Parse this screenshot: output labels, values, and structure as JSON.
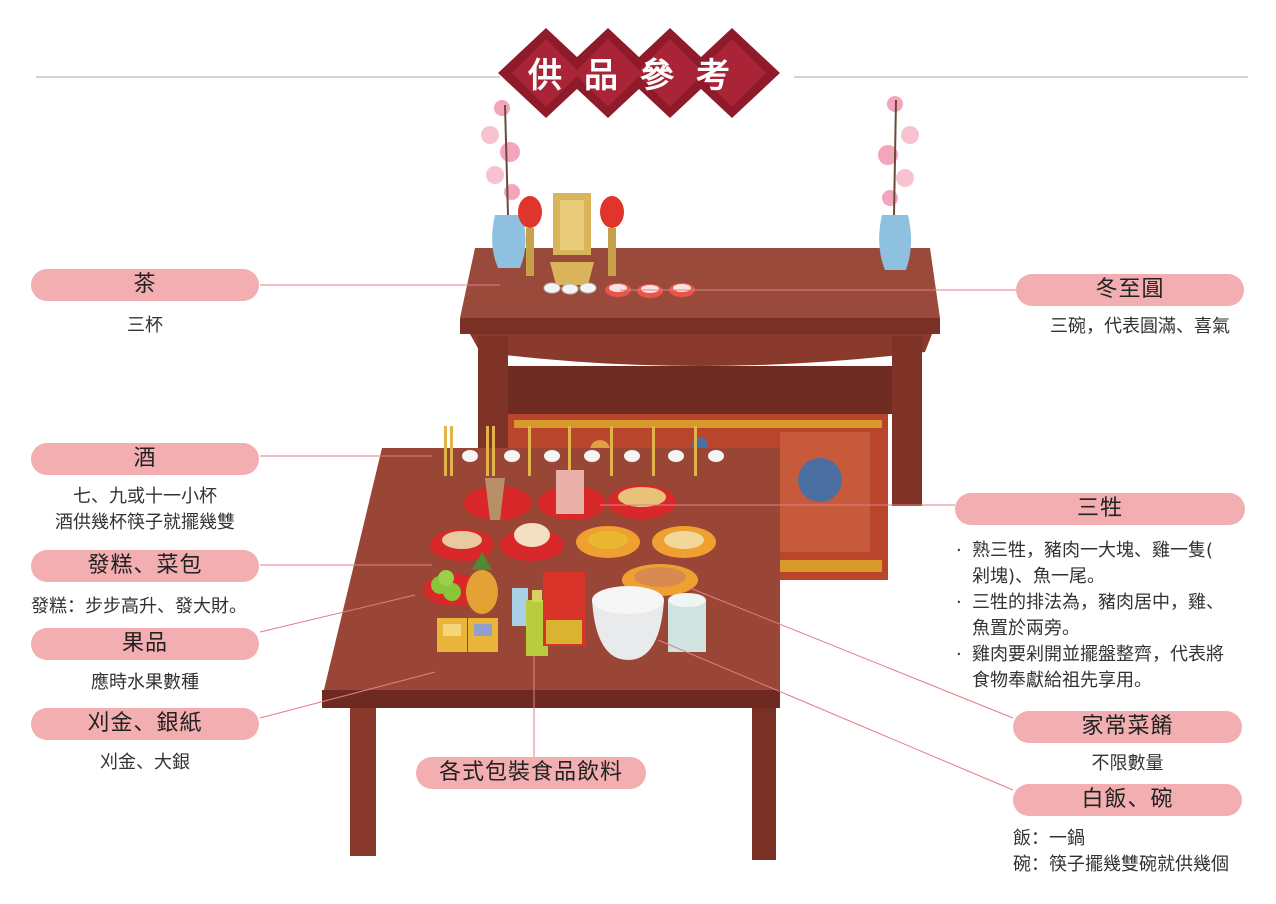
{
  "title": "供品參考",
  "colors": {
    "pill": "#f2aeb0",
    "banner": "#8e1a2a",
    "banner_inner": "#a82436",
    "table": "#8a3a2c",
    "table_top": "#9a4636",
    "leader": "#e07f85"
  },
  "items": [
    {
      "id": "tea",
      "label": "茶",
      "desc": [
        "三杯"
      ]
    },
    {
      "id": "wine",
      "label": "酒",
      "desc": [
        "七、九或十一小杯",
        "酒供幾杯筷子就擺幾雙"
      ]
    },
    {
      "id": "cake",
      "label": "發糕、菜包",
      "desc": [
        "發糕：步步高升、發大財。"
      ]
    },
    {
      "id": "fruit",
      "label": "果品",
      "desc": [
        "應時水果數種"
      ]
    },
    {
      "id": "paper",
      "label": "刈金、銀紙",
      "desc": [
        "刈金、大銀"
      ]
    },
    {
      "id": "packaged",
      "label": "各式包裝食品飲料",
      "desc": []
    },
    {
      "id": "tangyuan",
      "label": "冬至圓",
      "desc": [
        "三碗，代表圓滿、喜氣"
      ]
    },
    {
      "id": "sansheng",
      "label": "三牲",
      "bullets": [
        "熟三牲，豬肉一大塊、雞一隻(",
        "剁塊)、魚一尾。",
        "三牲的排法為，豬肉居中，雞、",
        "魚置於兩旁。",
        "雞肉要剁開並擺盤整齊，代表將",
        "食物奉獻給祖先享用。"
      ]
    },
    {
      "id": "dishes",
      "label": "家常菜餚",
      "desc": [
        "不限數量"
      ]
    },
    {
      "id": "rice",
      "label": "白飯、碗",
      "desc": [
        "飯：一鍋",
        "碗：筷子擺幾雙碗就供幾個"
      ]
    }
  ]
}
